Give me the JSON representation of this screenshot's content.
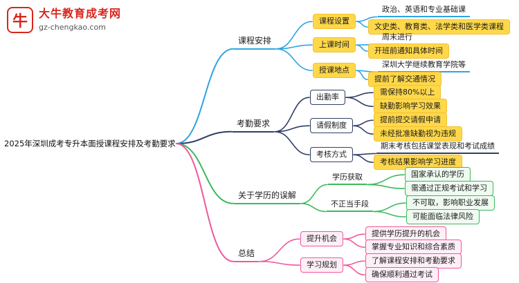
{
  "logo": {
    "icon_text": "牛",
    "title": "大牛教育成考网",
    "subtitle": "gz-chengkao.com",
    "brand_color": "#d9251d"
  },
  "colors": {
    "blue": "#2da4e0",
    "navy": "#2f3e63",
    "green": "#3cb85c",
    "pink": "#f0569c",
    "yellow": "#ffd84a"
  },
  "root": {
    "label": "2025年深圳成考专升本面授课程安排及考勤要求"
  },
  "branches": [
    {
      "label": "课程安排",
      "children": [
        {
          "label": "课程设置",
          "children": [
            {
              "label": "政治、英语和专业基础课"
            },
            {
              "label": "文史类、教育类、法学类和医学类课程"
            }
          ]
        },
        {
          "label": "上课时间",
          "children": [
            {
              "label": "周末进行"
            },
            {
              "label": "开班前通知具体时间"
            }
          ]
        },
        {
          "label": "授课地点",
          "children": [
            {
              "label": "深圳大学继续教育学院等"
            },
            {
              "label": "提前了解交通情况"
            }
          ]
        }
      ]
    },
    {
      "label": "考勤要求",
      "children": [
        {
          "label": "出勤率",
          "children": [
            {
              "label": "需保持80%以上"
            },
            {
              "label": "缺勤影响学习效果"
            }
          ]
        },
        {
          "label": "请假制度",
          "children": [
            {
              "label": "提前提交请假申请"
            },
            {
              "label": "未经批准缺勤视为违规"
            }
          ]
        },
        {
          "label": "考核方式",
          "children": [
            {
              "label": "期末考核包括课堂表现和考试成绩"
            },
            {
              "label": "考核结果影响学习进度"
            }
          ]
        }
      ]
    },
    {
      "label": "关于学历的误解",
      "children": [
        {
          "label": "学历获取",
          "children": [
            {
              "label": "国家承认的学历"
            },
            {
              "label": "需通过正规考试和学习"
            }
          ]
        },
        {
          "label": "不正当手段",
          "children": [
            {
              "label": "不可取，影响职业发展"
            },
            {
              "label": "可能面临法律风险"
            }
          ]
        }
      ]
    },
    {
      "label": "总结",
      "children": [
        {
          "label": "提升机会",
          "children": [
            {
              "label": "提供学历提升的机会"
            },
            {
              "label": "掌握专业知识和综合素质"
            }
          ]
        },
        {
          "label": "学习规划",
          "children": [
            {
              "label": "了解课程安排和考勤要求"
            },
            {
              "label": "确保顺利通过考试"
            }
          ]
        }
      ]
    }
  ]
}
